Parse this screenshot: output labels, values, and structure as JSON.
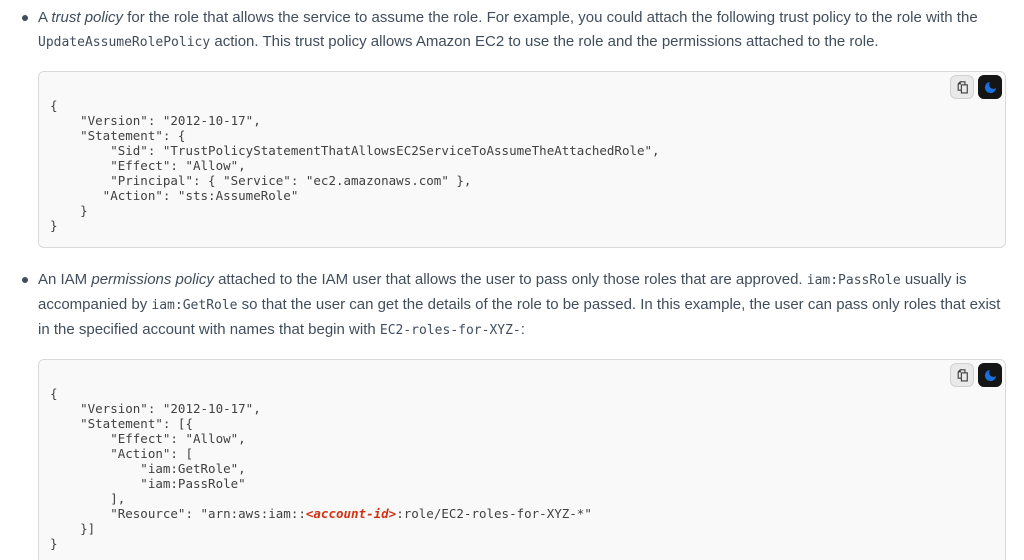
{
  "colors": {
    "body_text": "#414d5c",
    "code_text": "#414141",
    "code_block_bg": "#f9f9f9",
    "code_block_border": "#d9d9d9",
    "copy_button_bg": "#e9e9e9",
    "theme_button_bg": "#151515",
    "moon_icon_blue": "#1c6ed8",
    "placeholder_red": "#d13212"
  },
  "bullets": [
    {
      "segments": [
        {
          "type": "text",
          "text": "A "
        },
        {
          "type": "em",
          "text": "trust policy"
        },
        {
          "type": "text",
          "text": " for the role that allows the service to assume the role. For example, you could attach the following trust policy to the role with the "
        },
        {
          "type": "code",
          "text": "UpdateAssumeRolePolicy"
        },
        {
          "type": "text",
          "text": " action. This trust policy allows Amazon EC2 to use the role and the permissions attached to the role."
        }
      ]
    },
    {
      "segments": [
        {
          "type": "text",
          "text": "An IAM "
        },
        {
          "type": "em",
          "text": "permissions policy"
        },
        {
          "type": "text",
          "text": " attached to the IAM user that allows the user to pass only those roles that are approved. "
        },
        {
          "type": "code",
          "text": "iam:PassRole"
        },
        {
          "type": "text",
          "text": " usually is accompanied by "
        },
        {
          "type": "code",
          "text": "iam:GetRole"
        },
        {
          "type": "text",
          "text": " so that the user can get the details of the role to be passed. In this example, the user can pass only roles that exist in the specified account with names that begin with "
        },
        {
          "type": "code",
          "text": "EC2-roles-for-XYZ-"
        },
        {
          "type": "text",
          "text": ":"
        }
      ]
    }
  ],
  "code_blocks": [
    {
      "language": "json",
      "actions": {
        "copy_icon": "copy-icon",
        "dark_mode_icon": "moon-icon"
      },
      "code": "{\n    \"Version\": \"2012-10-17\",\n    \"Statement\": {\n        \"Sid\": \"TrustPolicyStatementThatAllowsEC2ServiceToAssumeTheAttachedRole\",\n        \"Effect\": \"Allow\",\n        \"Principal\": { \"Service\": \"ec2.amazonaws.com\" },\n       \"Action\": \"sts:AssumeRole\"\n    }\n}"
    },
    {
      "language": "json",
      "actions": {
        "copy_icon": "copy-icon",
        "dark_mode_icon": "moon-icon"
      },
      "code_before": "{\n    \"Version\": \"2012-10-17\",\n    \"Statement\": [{\n        \"Effect\": \"Allow\",\n        \"Action\": [\n            \"iam:GetRole\",\n            \"iam:PassRole\"\n        ],\n        \"Resource\": \"arn:aws:iam::",
      "placeholder": "<account-id>",
      "code_after": ":role/EC2-roles-for-XYZ-*\"\n    }]\n}"
    }
  ]
}
